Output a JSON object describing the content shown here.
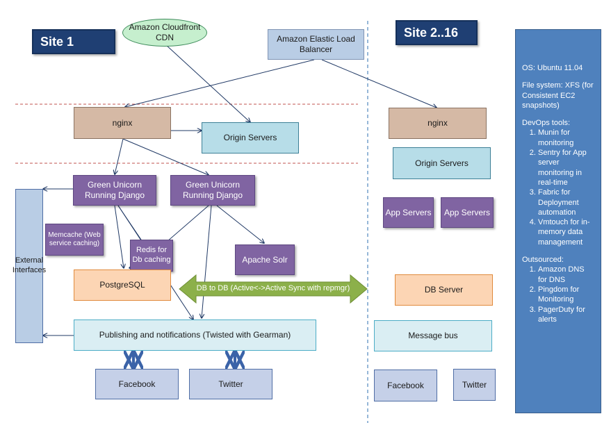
{
  "site1": {
    "title": "Site 1"
  },
  "site2": {
    "title": "Site 2..16"
  },
  "site1_nodes": {
    "cloudfront": "Amazon Cloudfront CDN",
    "elb": "Amazon Elastic Load Balancer",
    "nginx": "nginx",
    "origin_servers": "Origin Servers",
    "django_1": "Green Unicorn Running Django",
    "django_2": "Green Unicorn Running Django",
    "memcache": "Memcache (Web service caching)",
    "redis": "Redis for Db caching",
    "solr": "Apache Solr",
    "postgresql": "PostgreSQL",
    "publishing": "Publishing  and notifications (Twisted with Gearman)",
    "facebook": "Facebook",
    "twitter": "Twitter",
    "external": "External Interfaces"
  },
  "replication": {
    "label": "DB to DB (Active<->Active  Sync with repmgr)"
  },
  "site2_nodes": {
    "nginx": "nginx",
    "origin_servers": "Origin Servers",
    "app_servers_1": "App Servers",
    "app_servers_2": "App Servers",
    "db_server": "DB Server",
    "message_bus": "Message bus",
    "facebook": "Facebook",
    "twitter": "Twitter"
  },
  "devops_panel": {
    "os": "OS: Ubuntu 11.04",
    "filesystem": "File system: XFS (for Consistent EC2 snapshots)",
    "tools_title": "DevOps tools:",
    "tools": [
      "Munin for monitoring",
      "Sentry for App server monitoring in real-time",
      "Fabric for Deployment automation",
      "Vmtouch for in-memory data management"
    ],
    "outsourced_title": "Outsourced:",
    "outsourced": [
      "Amazon DNS for DNS",
      "Pingdom for Monitoring",
      "PagerDuty for alerts"
    ]
  },
  "colors": {
    "site_title": "#1f3f73",
    "nginx": "#d5b9a5",
    "origin": "#b7dde8",
    "django": "#8064a2",
    "database": "#fcd5b4",
    "messaging": "#daeef3",
    "replication_arrow": "#8cb04a",
    "panel": "#4f81bd"
  }
}
